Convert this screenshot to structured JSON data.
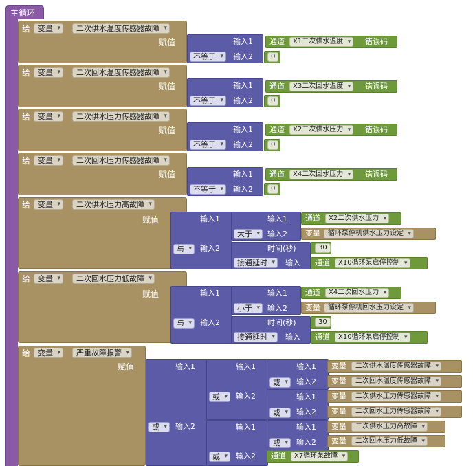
{
  "main_loop": {
    "label": "主循环"
  },
  "kw": {
    "give": "给",
    "var": "变量",
    "assign": "赋值",
    "in1": "输入1",
    "in2": "输入2",
    "in": "输入",
    "channel": "通道",
    "error_code": "错误码",
    "time_sec": "时间(秒)"
  },
  "ops": {
    "neq": "不等于",
    "gt": "大于",
    "lt": "小于",
    "and": "与",
    "or": "或",
    "delay_on": "接通延时"
  },
  "blocks": [
    {
      "var_name": "二次供水温度传感器故障",
      "channel": "X1二次供水温度",
      "value": "0"
    },
    {
      "var_name": "二次回水温度传感器故障",
      "channel": "X3二次回水温度",
      "value": "0"
    },
    {
      "var_name": "二次供水压力传感器故障",
      "channel": "X2二次供水压力",
      "value": "0"
    },
    {
      "var_name": "二次回水压力传感器故障",
      "channel": "X4二次回水压力",
      "value": "0"
    }
  ],
  "high_fault": {
    "var_name": "二次供水压力高故障",
    "channel": "X2二次供水压力",
    "compare_var": "循环泵停机供水压力设定",
    "time": "30",
    "delay_channel": "X10循环泵启停控制"
  },
  "low_fault": {
    "var_name": "二次回水压力低故障",
    "channel": "X4二次回水压力",
    "compare_var": "循环泵停机回水压力设定",
    "time": "30",
    "delay_channel": "X10循环泵启停控制"
  },
  "alarm": {
    "var_name": "严重故障报警",
    "leaf_vars": [
      "二次供水温度传感器故障",
      "二次回水温度传感器故障",
      "二次供水压力传感器故障",
      "二次回水压力传感器故障",
      "二次供水压力高故障",
      "二次回水压力低故障"
    ],
    "pump_channel": "X7循环泵故障"
  },
  "colors": {
    "loop": "#8a5aa6",
    "variable_block": "#a89263",
    "logic_block": "#5b5ba8",
    "io_block": "#6e9a3c"
  }
}
